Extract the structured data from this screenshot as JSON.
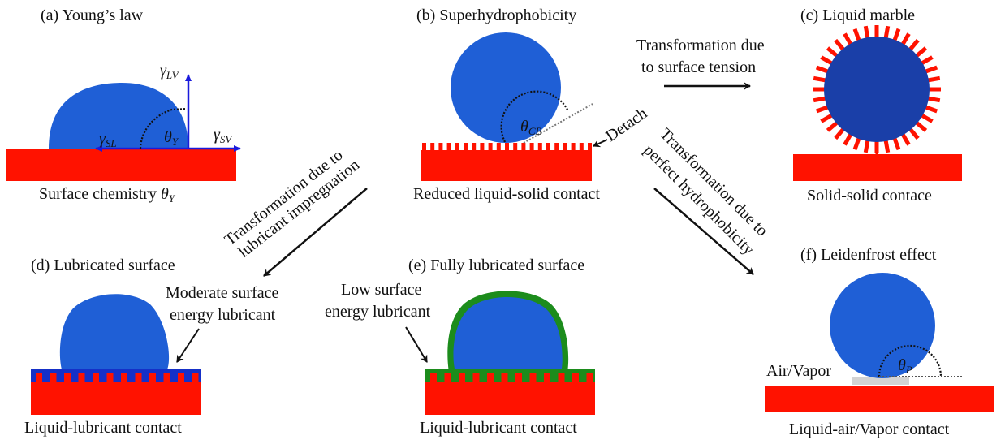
{
  "colors": {
    "liquid": "#1f5fd6",
    "liquid_dark": "#1a3fa8",
    "solid": "#ff1200",
    "lubricant_moderate": "#1530c8",
    "lubricant_low": "#1c8c1c",
    "vapor": "#c8c8c8",
    "force_vector": "#1a1adc",
    "text": "#111111"
  },
  "panels": {
    "a": {
      "title": "(a) Young’s law",
      "caption_text": "Surface chemistry ",
      "caption_symbol": "θ",
      "caption_sub": "Y",
      "gamma_lv": {
        "sym": "γ",
        "sub": "LV"
      },
      "gamma_sl": {
        "sym": "γ",
        "sub": "SL"
      },
      "gamma_sv": {
        "sym": "γ",
        "sub": "SV"
      },
      "angle": {
        "sym": "θ",
        "sub": "Y"
      }
    },
    "b": {
      "title": "(b) Superhydrophobicity",
      "caption": "Reduced liquid-solid contact",
      "angle": {
        "sym": "θ",
        "sub": "CB"
      },
      "detach_label": "Detach"
    },
    "c": {
      "title": "(c) Liquid marble",
      "caption": "Solid-solid contace"
    },
    "d": {
      "title": "(d) Lubricated surface",
      "annotation_line1": "Moderate surface",
      "annotation_line2": "energy lubricant",
      "caption": "Liquid-lubricant contact"
    },
    "e": {
      "title": "(e) Fully lubricated surface",
      "annotation_line1": "Low surface",
      "annotation_line2": "energy lubricant",
      "caption": "Liquid-lubricant contact"
    },
    "f": {
      "title": "(f) Leidenfrost effect",
      "air_label": "Air/Vapor",
      "angle": {
        "sym": "θ",
        "sub": "P"
      },
      "caption": "Liquid-air/Vapor contact"
    }
  },
  "transitions": {
    "to_marble": {
      "line1": "Transformation due",
      "line2": "to surface tension"
    },
    "to_lubricated": {
      "line1": "Transformation due to",
      "line2": "lubricant impregnation"
    },
    "to_leidenfrost": {
      "line1": "Transformation due to",
      "line2": "perfect hydrophobicity"
    }
  }
}
